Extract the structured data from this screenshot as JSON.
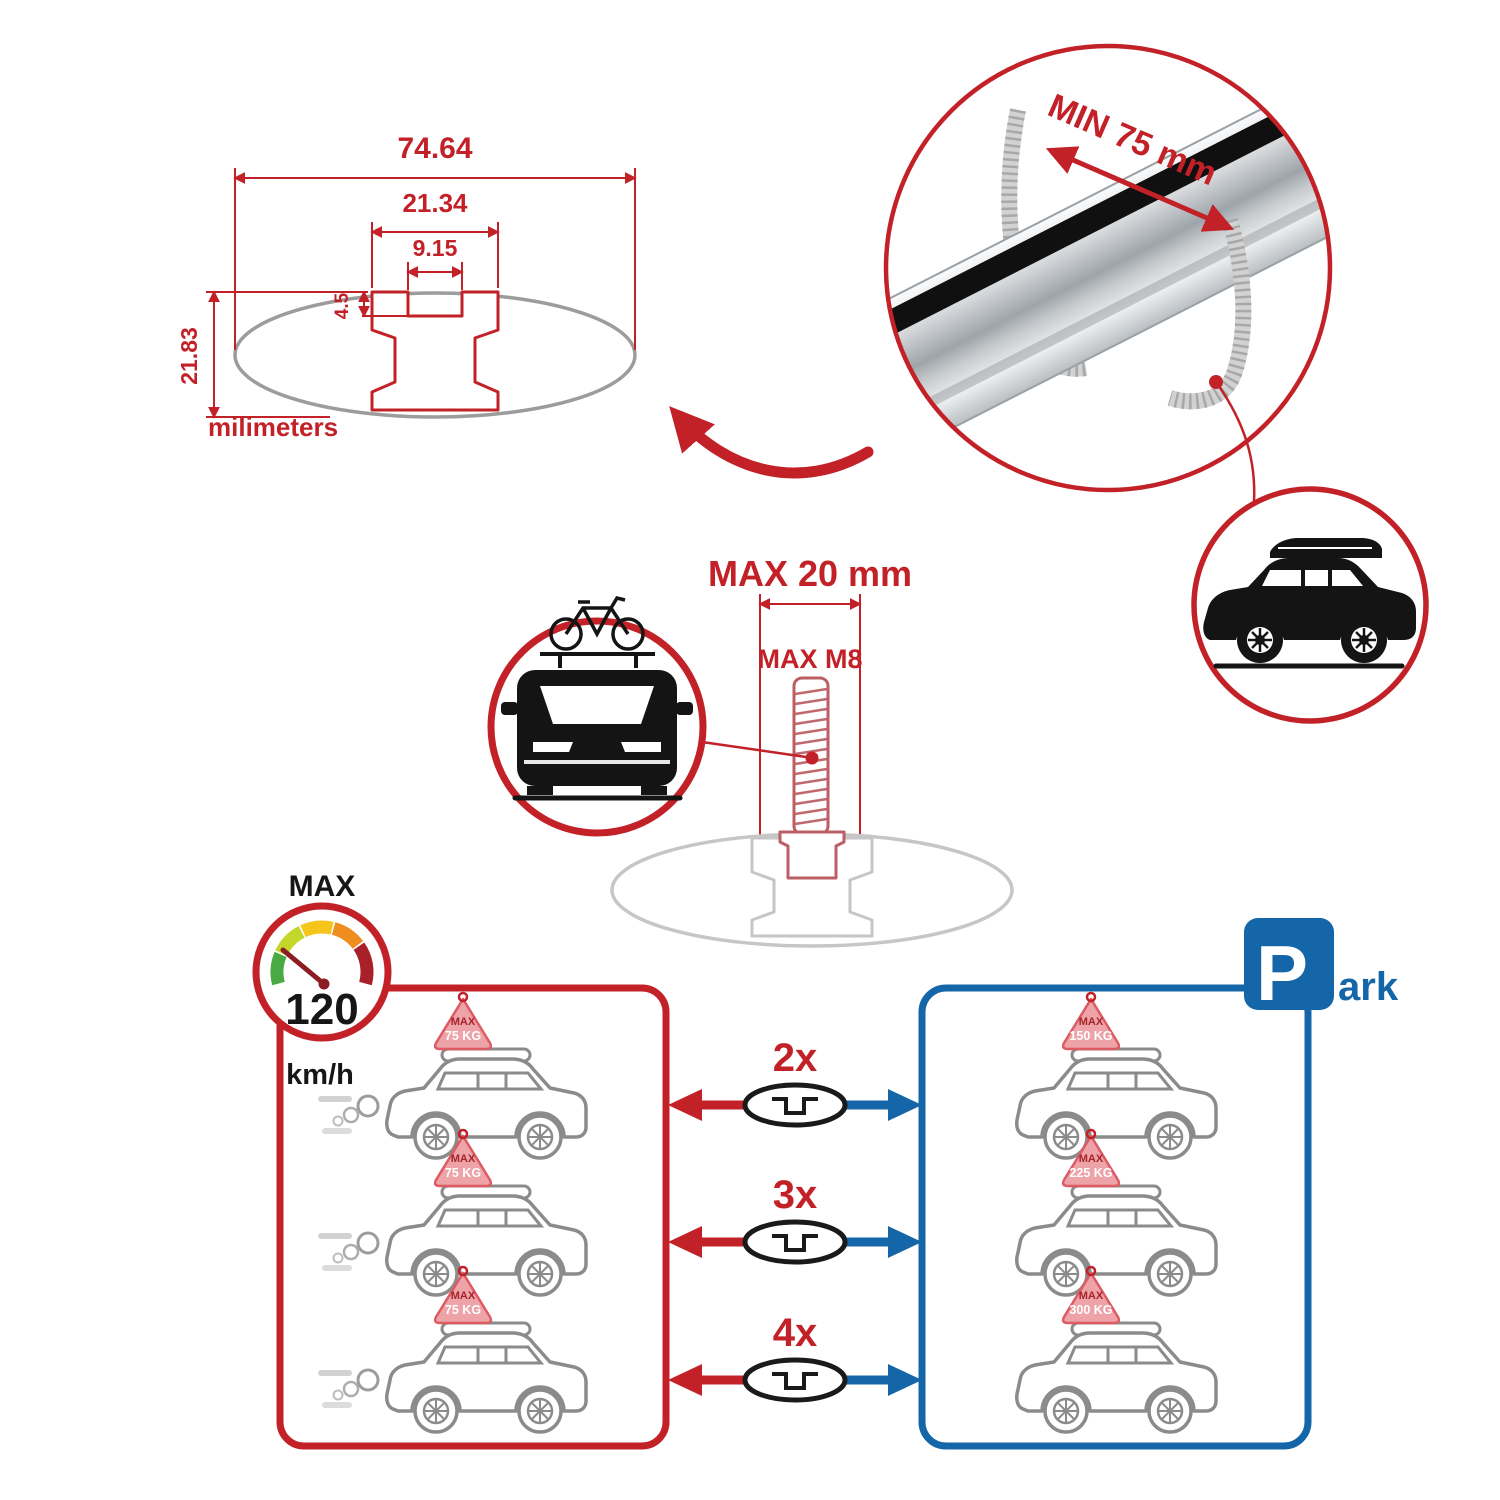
{
  "colors": {
    "red": "#c32128",
    "blue": "#1566a9",
    "black": "#161616",
    "gray_outline": "#8b8b8b",
    "light_red_flag": "#eda3a7"
  },
  "profile": {
    "total_width": "74.64",
    "channel_outer_width": "21.34",
    "channel_opening": "9.15",
    "lip_depth": "4.5",
    "total_height": "21.83",
    "units": "milimeters"
  },
  "bar": {
    "min_span": "MIN 75 mm"
  },
  "bolt": {
    "max_width": "MAX 20 mm",
    "max_thread": "MAX M8"
  },
  "speed": {
    "label": "MAX",
    "value": "120",
    "units": "km/h"
  },
  "multipliers": [
    "2x",
    "3x",
    "4x"
  ],
  "driving_cars": [
    {
      "flag_line1": "MAX",
      "flag_line2": "75 KG"
    },
    {
      "flag_line1": "MAX",
      "flag_line2": "75 KG"
    },
    {
      "flag_line1": "MAX",
      "flag_line2": "75 KG"
    }
  ],
  "parked_cars": [
    {
      "flag_line1": "MAX",
      "flag_line2": "150 KG"
    },
    {
      "flag_line1": "MAX",
      "flag_line2": "225 KG"
    },
    {
      "flag_line1": "MAX",
      "flag_line2": "300 KG"
    }
  ],
  "parking": {
    "p": "P",
    "suffix": "ark"
  }
}
